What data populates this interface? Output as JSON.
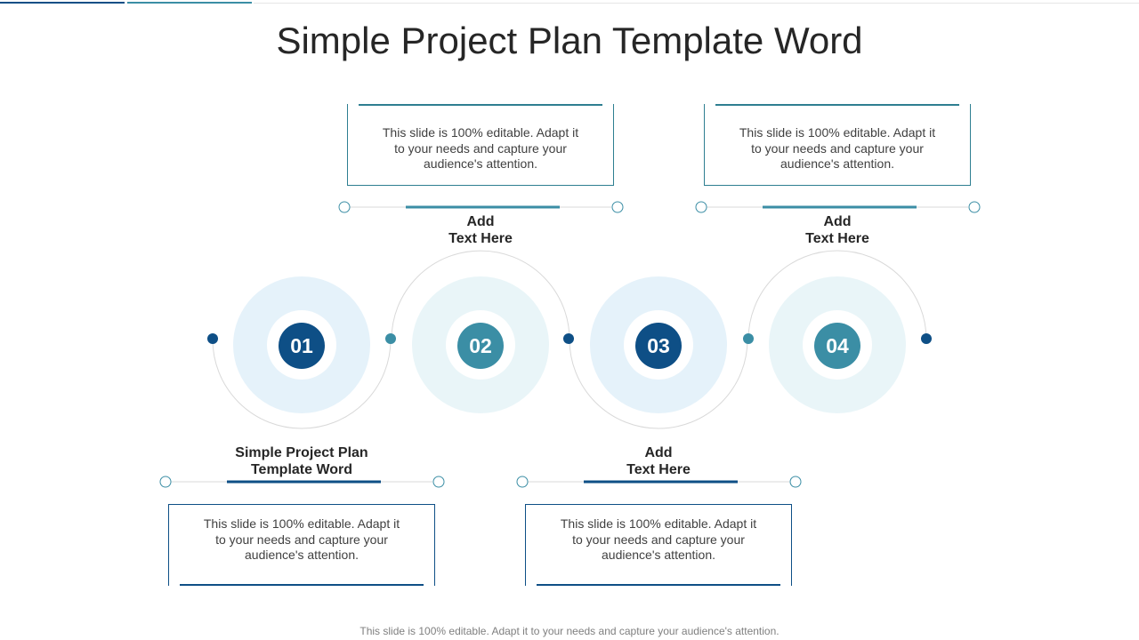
{
  "title": "Simple Project Plan Template Word",
  "footer": "This slide is 100% editable. Adapt it to your needs and capture your audience's attention.",
  "colors": {
    "dark_blue": "#0e4f86",
    "teal": "#3b8ea5",
    "light_blue_bg": "#e5f2fa",
    "light_teal_bg": "#e9f5f8",
    "line_gray": "#d9d9d9"
  },
  "steps": [
    {
      "number": "01",
      "label_lines": [
        "Simple Project Plan",
        "Template Word"
      ],
      "text": "This slide is 100% editable.  Adapt it to your needs and capture your audience's attention.",
      "position": "bottom",
      "accent": "dark_blue"
    },
    {
      "number": "02",
      "label_lines": [
        "Add",
        "Text Here"
      ],
      "text": "This slide is 100% editable.  Adapt it to your needs and capture your audience's attention.",
      "position": "top",
      "accent": "teal"
    },
    {
      "number": "03",
      "label_lines": [
        "Add",
        "Text Here"
      ],
      "text": "This slide is 100% editable.  Adapt it to your needs and capture your audience's attention.",
      "position": "bottom",
      "accent": "dark_blue"
    },
    {
      "number": "04",
      "label_lines": [
        "Add",
        "Text Here"
      ],
      "text": "This slide is 100% editable.  Adapt it to your needs and capture your audience's attention.",
      "position": "top",
      "accent": "teal"
    }
  ]
}
